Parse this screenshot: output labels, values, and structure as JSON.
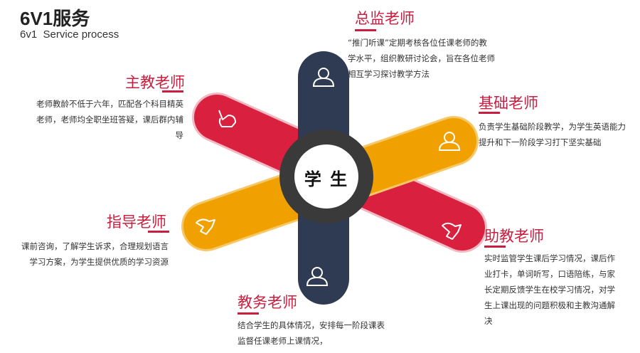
{
  "header": {
    "title": "6V1服务",
    "subtitle": "6v1  Service process"
  },
  "center": {
    "label": "学 生"
  },
  "colors": {
    "red": "#d9203f",
    "orange": "#f0a100",
    "navy": "#2f3b52",
    "ring": "#3a3a3a",
    "accent": "#c91e3f"
  },
  "roles": {
    "supervisor": {
      "title": "总监老师",
      "lines": [
        "“推门听课”定期考核各位任课老师的教",
        "学水平，组织教研讨论会，旨在各位老师",
        "相互学习探讨教学方法"
      ]
    },
    "basic": {
      "title": "基础老师",
      "lines": [
        "负责学生基础阶段教学，为学生英语能力",
        "提升和下一阶段学习打下坚实基础"
      ]
    },
    "assistant": {
      "title": "助教老师",
      "lines": [
        "实时监管学生课后学习情况，课后作",
        "业打卡，单词听写，口语陪练，与家",
        "长定期反馈学生在校学习情况，对学",
        "生上课出现的问题积极和主教沟通解",
        "决"
      ]
    },
    "academic": {
      "title": "教务老师",
      "lines": [
        "结合学生的具体情况，安排每一阶段课表",
        "监督任课老师上课情况，"
      ]
    },
    "guide": {
      "title": "指导老师",
      "lines": [
        "课前咨询，了解学生诉求，合理规划语言",
        "学习方案，为学生提供优质的学习资源"
      ]
    },
    "main": {
      "title": "主教老师",
      "lines": [
        "老师教龄不低于六年，匹配各个科目精英",
        "老师，老师均全职坐班答疑，课后群内辅",
        "导"
      ]
    }
  },
  "icons": {
    "top": "user-icon",
    "upper_right": "user-icon",
    "lower_right": "hand-icon",
    "bottom": "user-icon",
    "lower_left": "hand-icon",
    "upper_left": "hand-icon"
  }
}
